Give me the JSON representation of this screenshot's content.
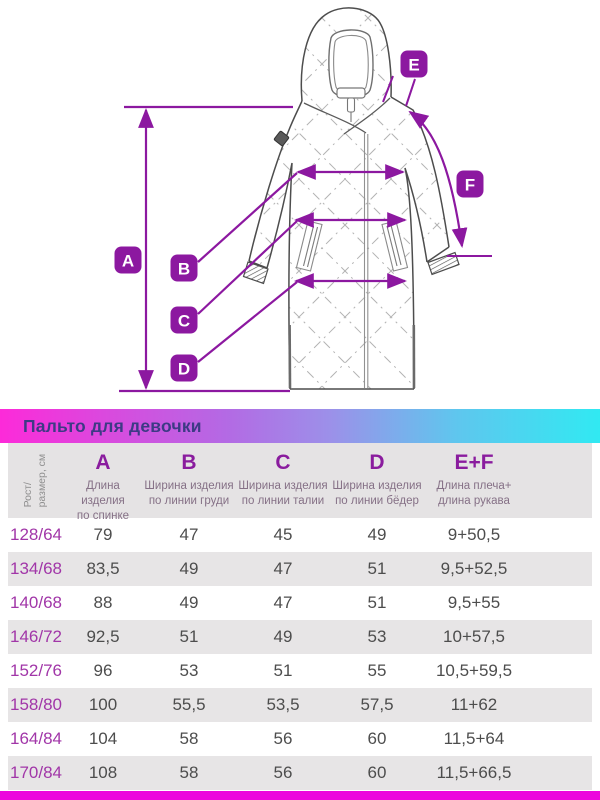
{
  "banner": {
    "title": "Пальто для девочки"
  },
  "diagram": {
    "markers": {
      "A": "A",
      "B": "B",
      "C": "C",
      "D": "D",
      "E": "E",
      "F": "F"
    }
  },
  "table": {
    "corner_label": "Рост/\nразмер, см",
    "columns": [
      {
        "letter": "A",
        "desc": "Длина изделия\nпо спинке"
      },
      {
        "letter": "B",
        "desc": "Ширина изделия\nпо линии груди"
      },
      {
        "letter": "C",
        "desc": "Ширина изделия\nпо линии талии"
      },
      {
        "letter": "D",
        "desc": "Ширина изделия\nпо линии бёдер"
      },
      {
        "letter": "E+F",
        "desc": "Длина плеча+\nдлина рукава"
      }
    ],
    "rows": [
      {
        "size": "128/64",
        "values": [
          "79",
          "47",
          "45",
          "49",
          "9+50,5"
        ]
      },
      {
        "size": "134/68",
        "values": [
          "83,5",
          "49",
          "47",
          "51",
          "9,5+52,5"
        ]
      },
      {
        "size": "140/68",
        "values": [
          "88",
          "49",
          "47",
          "51",
          "9,5+55"
        ]
      },
      {
        "size": "146/72",
        "values": [
          "92,5",
          "51",
          "49",
          "53",
          "10+57,5"
        ]
      },
      {
        "size": "152/76",
        "values": [
          "96",
          "53",
          "51",
          "55",
          "10,5+59,5"
        ]
      },
      {
        "size": "158/80",
        "values": [
          "100",
          "55,5",
          "53,5",
          "57,5",
          "11+62"
        ]
      },
      {
        "size": "164/84",
        "values": [
          "104",
          "58",
          "56",
          "60",
          "11,5+64"
        ]
      },
      {
        "size": "170/84",
        "values": [
          "108",
          "58",
          "56",
          "60",
          "11,5+66,5"
        ]
      }
    ]
  },
  "colors": {
    "annotation_purple": "#8c18a0",
    "banner_title": "#3d3a85",
    "header_letter": "#8a1c9e",
    "size_text": "#a136a8",
    "bottom_bar": "#ec07dd"
  }
}
